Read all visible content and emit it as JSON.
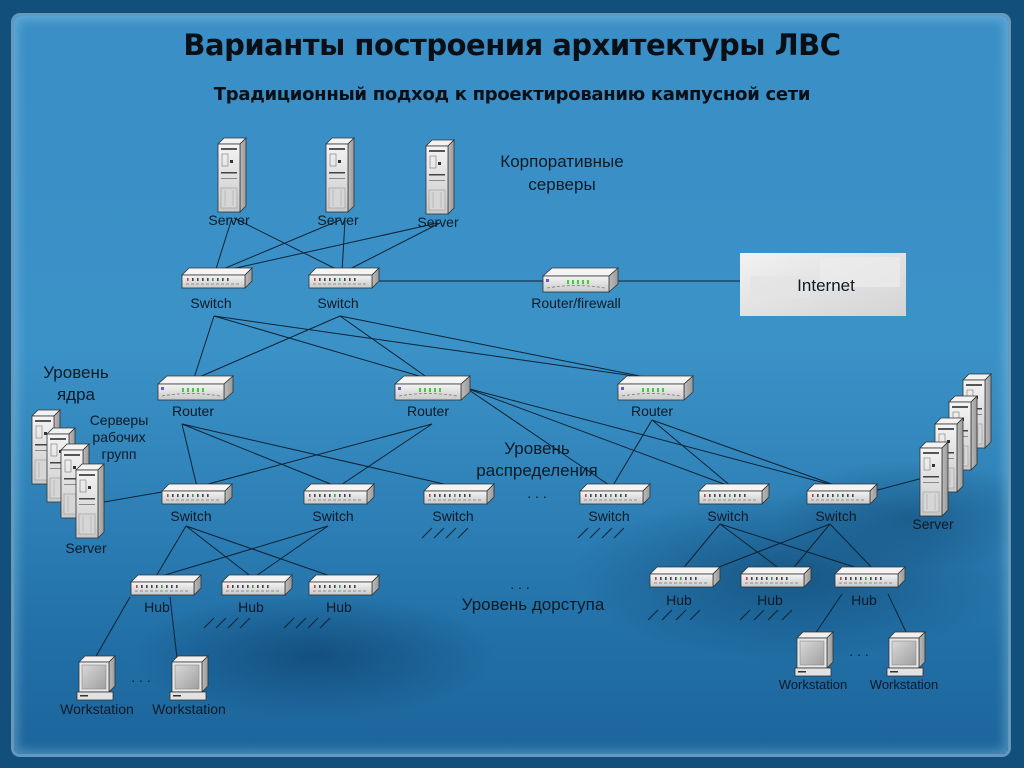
{
  "title": "Варианты построения архитектуры ЛВС",
  "subtitle": "Традиционный подход к проектированию кампусной сети",
  "annotations": {
    "corporate_servers": [
      "Корпоративные",
      "серверы"
    ],
    "core_level": [
      "Уровень",
      "ядра"
    ],
    "workgroup_servers": [
      "Серверы",
      "рабочих",
      "групп"
    ],
    "distribution_level": [
      "Уровень",
      "распределения"
    ],
    "access_level": "Уровень дорступа",
    "ellipsis": ". . ."
  },
  "devices": {
    "server": "Server",
    "switch": "Switch",
    "router": "Router",
    "router_firewall": "Router/firewall",
    "internet": "Internet",
    "hub": "Hub",
    "workstation": "Workstation"
  },
  "colors": {
    "background": "#3a8fc6",
    "frame": "#124f7a",
    "text": "#0a0f16",
    "device_body": "#e6e6e6",
    "link": "#0d2233",
    "led_green": "#3ccf3c",
    "led_red": "#d23c3c"
  }
}
